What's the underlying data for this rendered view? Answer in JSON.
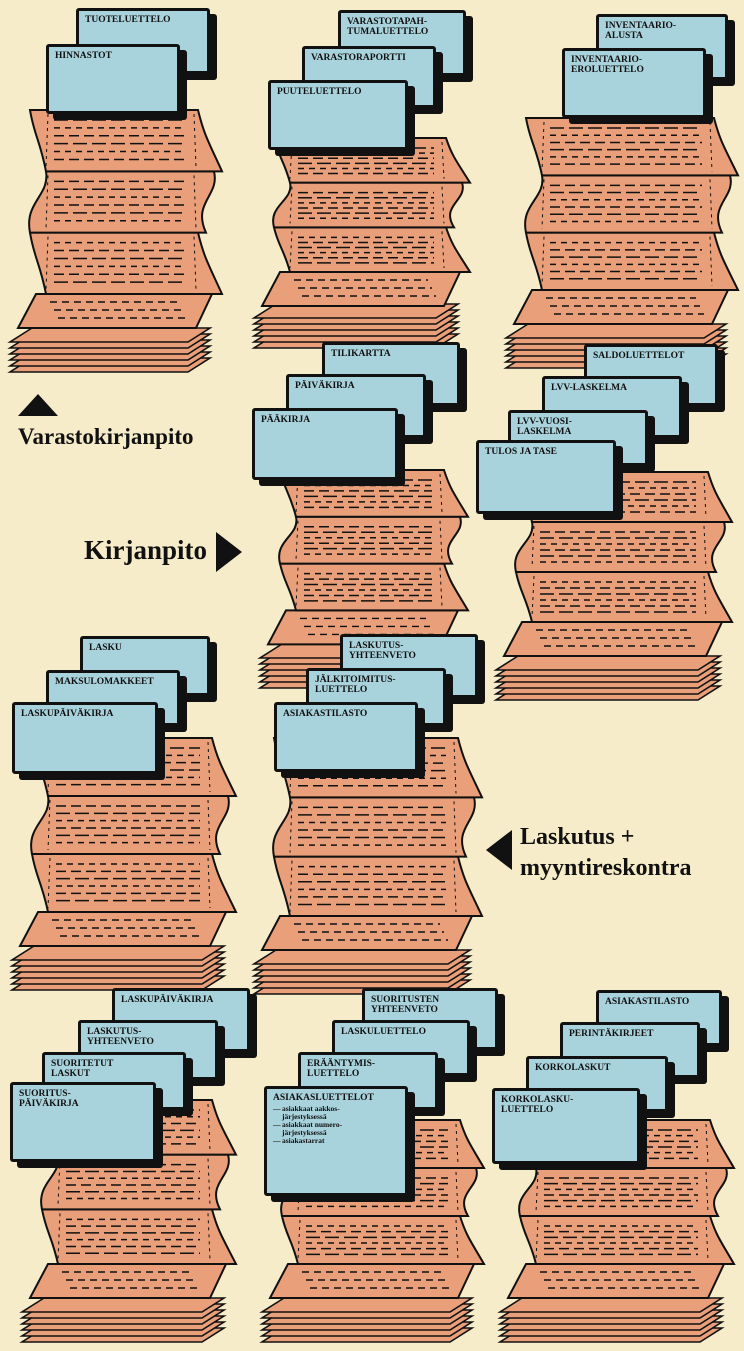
{
  "colors": {
    "paper": "#f6ecc9",
    "tab": "#a9d3dc",
    "printout": "#e9a07a",
    "ink": "#111111"
  },
  "headings": {
    "varastokirjanpito": "Varastokirjanpito",
    "kirjanpito": "Kirjanpito",
    "laskutus": "Laskutus +\nmyyntireskontra"
  },
  "stacks": [
    {
      "group": "varastokirjanpito",
      "tabs": [
        "TUOTELUETTELO",
        "HINNASTOT"
      ]
    },
    {
      "group": "varastokirjanpito",
      "tabs": [
        "VARASTOTAPAH-\nTUMALUETTELO",
        "VARASTORAPORTTI",
        "PUUTELUETTELO"
      ]
    },
    {
      "group": "varastokirjanpito",
      "tabs": [
        "INVENTAARIO-\nALUSTA",
        "INVENTAARIO-\nEROLUETTELO"
      ]
    },
    {
      "group": "kirjanpito",
      "tabs": [
        "TILIKARTTA",
        "PÄIVÄKIRJA",
        "PÄÄKIRJA"
      ]
    },
    {
      "group": "kirjanpito",
      "tabs": [
        "SALDOLUETTELOT",
        "LVV-LASKELMA",
        "LVV-VUOSI-\nLASKELMA",
        "TULOS JA TASE"
      ]
    },
    {
      "group": "laskutus",
      "tabs": [
        "LASKU",
        "MAKSULOMAKKEET",
        "LASKUPÄIVÄKIRJA"
      ]
    },
    {
      "group": "laskutus",
      "tabs": [
        "LASKUTUS-\nYHTEENVETO",
        "JÄLKITOIMITUS-\nLUETTELO",
        "ASIAKASTILASTO"
      ]
    },
    {
      "group": "reskontra",
      "tabs": [
        "LASKUPÄIVÄKIRJA",
        "LASKUTUS-\nYHTEENVETO",
        "SUORITETUT\nLASKUT",
        "SUORITUS-\nPÄIVÄKIRJA"
      ]
    },
    {
      "group": "reskontra",
      "tabs": [
        "SUORITUSTEN\nYHTEENVETO",
        "LASKULUETTELO",
        "ERÄÄNTYMIS-\nLUETTELO",
        "ASIAKASLUETTELOT"
      ],
      "sublist": [
        "asiakkaat aakkos-\njärjestyksessä",
        "asiakkaat numero-\njärjestyksessä",
        "asiakastarrat"
      ]
    },
    {
      "group": "reskontra",
      "tabs": [
        "ASIAKASTILASTO",
        "PERINTÄKIRJEET",
        "KORKOLASKUT",
        "KORKOLASKU-\nLUETTELO"
      ]
    }
  ]
}
